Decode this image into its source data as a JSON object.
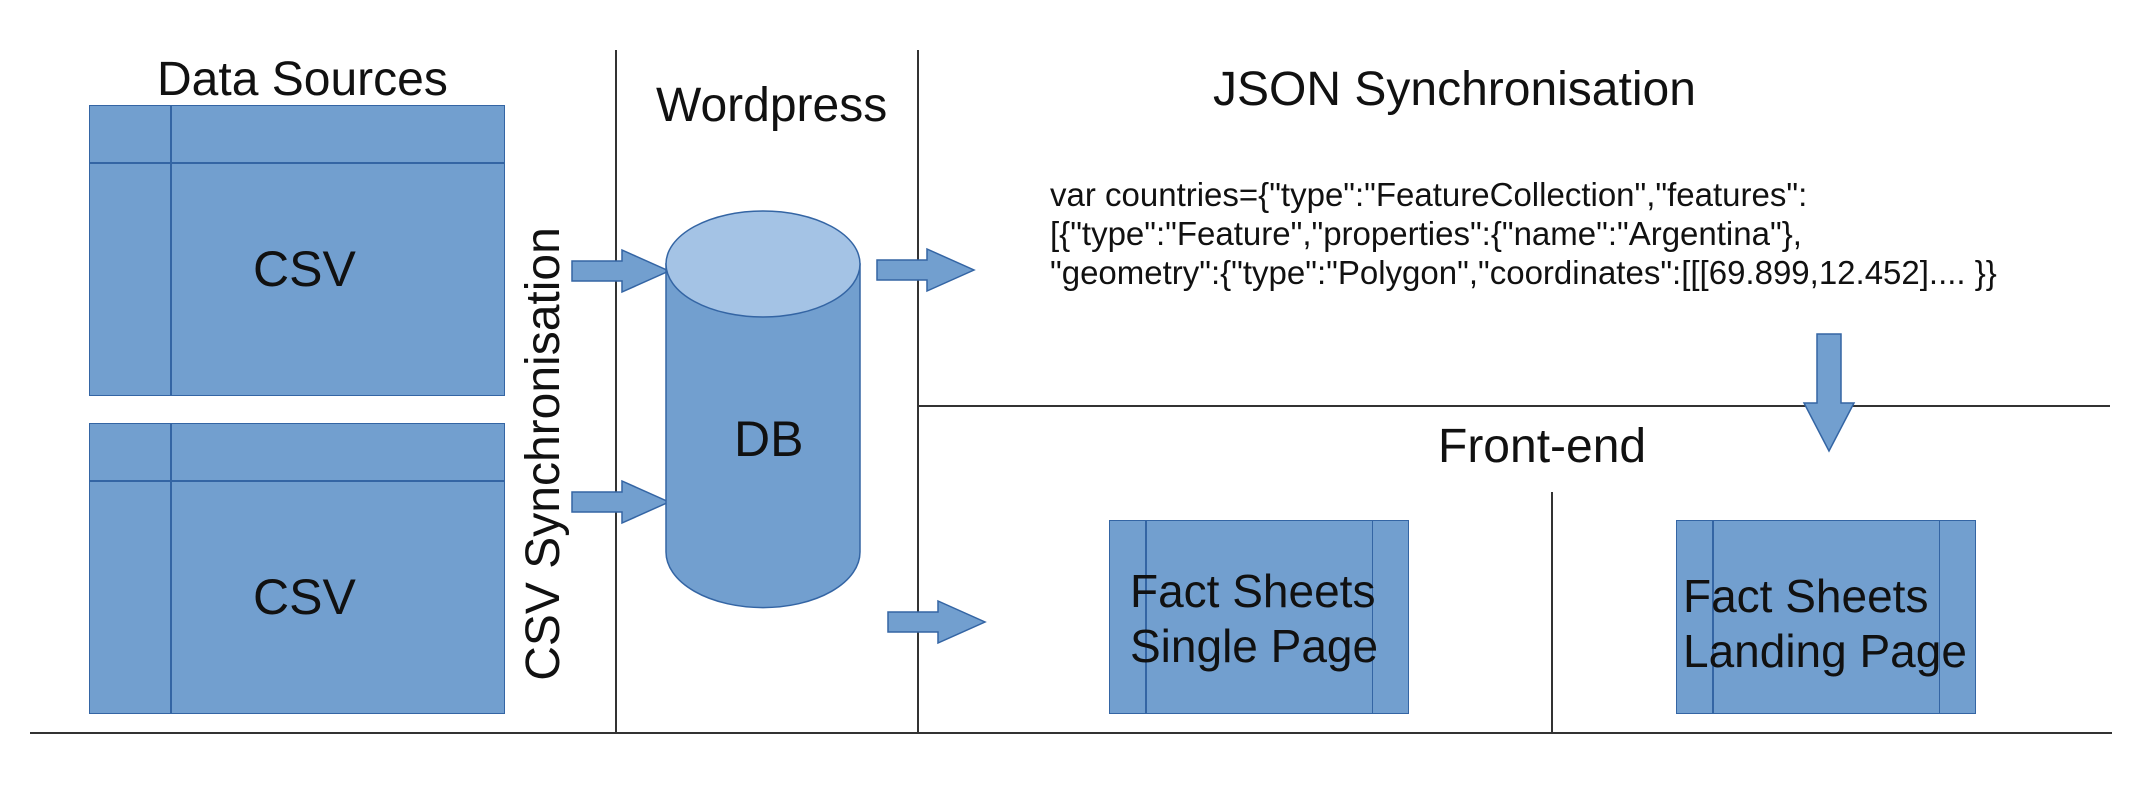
{
  "headings": {
    "data_sources": "Data Sources",
    "wordpress": "Wordpress",
    "json_sync": "JSON Synchronisation",
    "frontend": "Front-end",
    "csv_sync": "CSV Synchronisation"
  },
  "csv_boxes": [
    {
      "label": "CSV"
    },
    {
      "label": "CSV"
    }
  ],
  "database": {
    "label": "DB"
  },
  "json_code": {
    "line1": "var countries={\"type\":\"FeatureCollection\",\"features\":",
    "line2": "[{\"type\":\"Feature\",\"properties\":{\"name\":\"Argentina\"},",
    "line3": "\"geometry\":{\"type\":\"Polygon\",\"coordinates\":[[[69.899,12.452].... }}"
  },
  "pages": {
    "single": {
      "line1": "Fact Sheets",
      "line2": "Single Page"
    },
    "landing": {
      "line1": "Fact Sheets",
      "line2": "Landing Page"
    }
  },
  "colors": {
    "box_fill": "#729fcf",
    "box_border": "#3465a4",
    "cylinder_top": "#a4c3e5",
    "line": "#333333"
  }
}
